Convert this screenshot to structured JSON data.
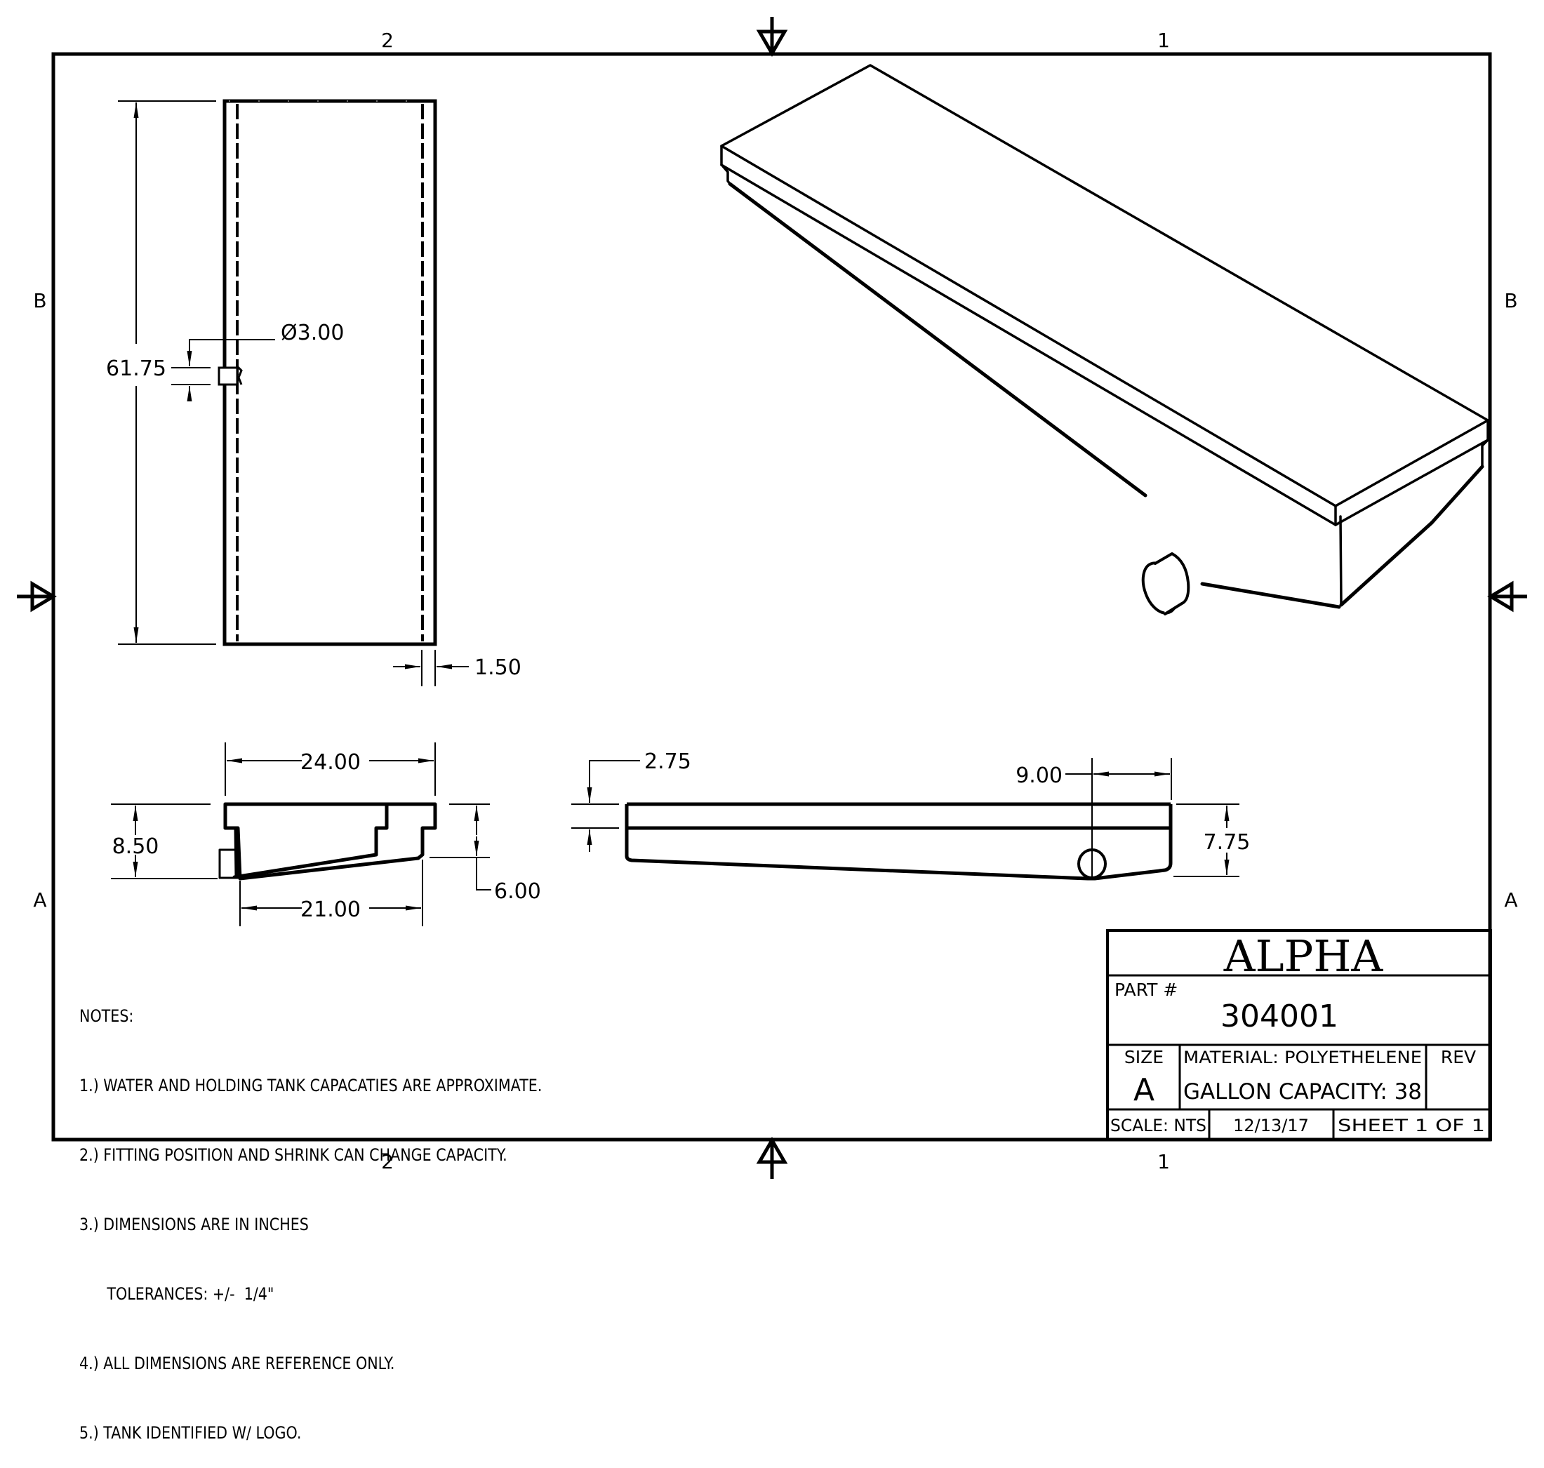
{
  "sheet": {
    "zone_columns_top": [
      "2",
      "1"
    ],
    "zone_columns_bottom": [
      "2",
      "1"
    ],
    "zone_rows_left": [
      "B",
      "A"
    ],
    "zone_rows_right": [
      "B",
      "A"
    ],
    "centering_marks": [
      "top-centering-mark",
      "bottom-centering-mark",
      "left-centering-mark",
      "right-centering-mark"
    ]
  },
  "views": {
    "plan": {
      "length_dim": "61.75",
      "fitting_dia_dim": "Ø3.00",
      "wall_dim": "1.50"
    },
    "front": {
      "top_width_dim": "24.00",
      "bottom_width_dim": "21.00",
      "height_dim": "8.50",
      "step_height_dim": "6.00"
    },
    "side": {
      "flange_dim": "2.75",
      "fitting_offset_dim": "9.00",
      "height_dim": "7.75"
    },
    "isometric": {
      "label": "isometric-tank-view"
    }
  },
  "notes": {
    "title": "NOTES:",
    "items": [
      "1.) WATER AND HOLDING TANK CAPACATIES ARE APPROXIMATE.",
      "2.) FITTING POSITION AND SHRINK CAN CHANGE CAPACITY.",
      "3.) DIMENSIONS ARE IN INCHES",
      "      TOLERANCES: +/-  1/4\"",
      "4.) ALL DIMENSIONS ARE REFERENCE ONLY.",
      "5.) TANK IDENTIFIED W/ LOGO."
    ]
  },
  "title_block": {
    "company": "ALPHA",
    "part_label": "PART #",
    "part_number": "304001",
    "size_label": "SIZE",
    "size_value": "A",
    "material": "MATERIAL: POLYETHELENE",
    "capacity": "GALLON CAPACITY: 38",
    "rev_label": "REV",
    "rev_value": "",
    "scale": "SCALE: NTS",
    "date": "12/13/17",
    "sheet": "SHEET 1  OF 1"
  },
  "colors": {
    "line": "#000000",
    "background": "#ffffff"
  }
}
